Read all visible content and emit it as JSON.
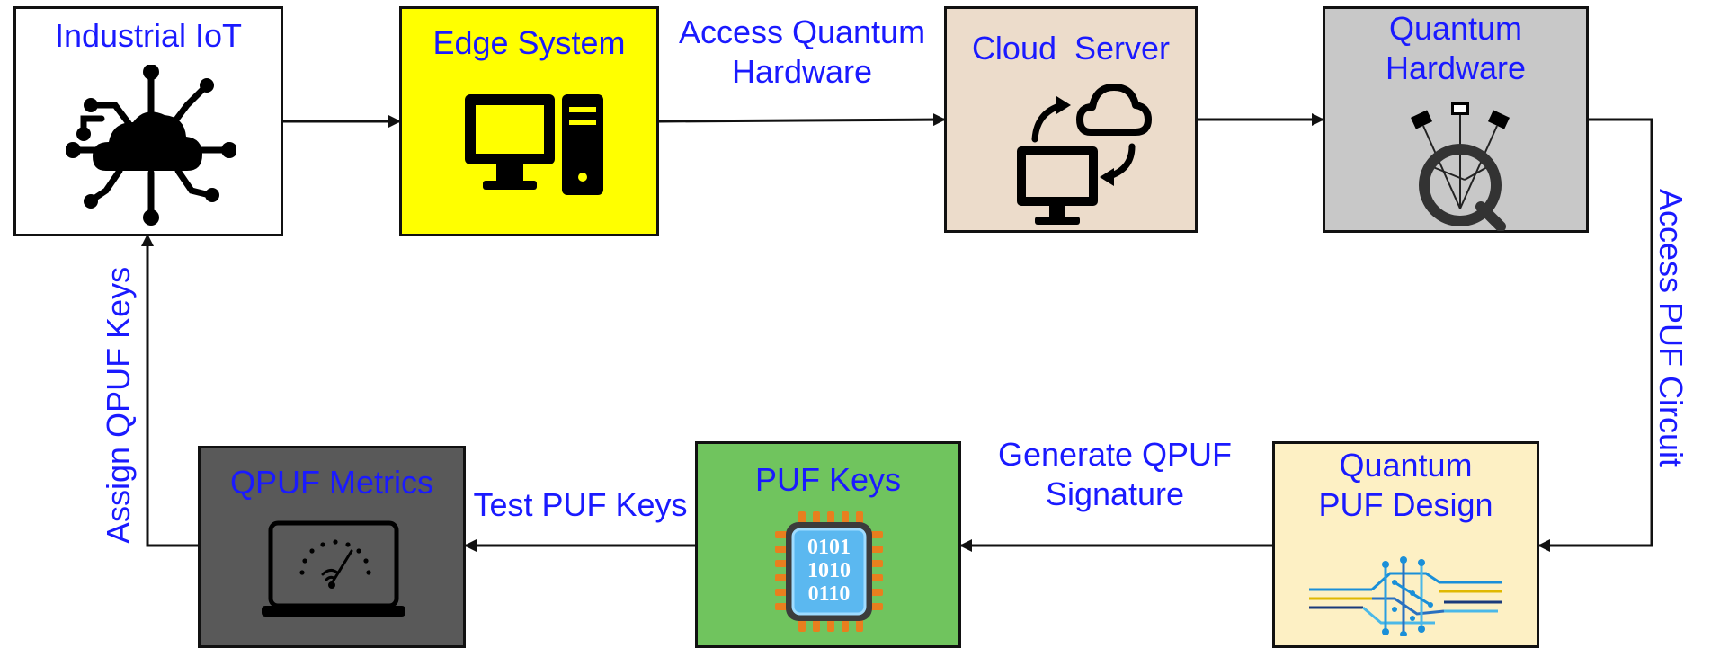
{
  "nodes": {
    "industrial_iot": {
      "title": "Industrial IoT",
      "icon": "iot-cloud-network-icon"
    },
    "edge_system": {
      "title": "Edge System",
      "icon": "desktop-computer-icon"
    },
    "cloud_server": {
      "title": "Cloud  Server",
      "icon": "cloud-sync-computer-icon"
    },
    "quantum_hardware": {
      "title_lines": [
        "Quantum",
        "Hardware"
      ],
      "icon": "quantum-processor-icon"
    },
    "quantum_puf_design": {
      "title_lines": [
        "Quantum",
        "PUF Design"
      ],
      "icon": "circuit-board-icon"
    },
    "puf_keys": {
      "title": "PUF Keys",
      "icon": "binary-chip-icon",
      "chip_lines": [
        "0101",
        "1010",
        "0110"
      ]
    },
    "qpuf_metrics": {
      "title": "QPUF Metrics",
      "icon": "laptop-gauge-icon"
    }
  },
  "edges": {
    "access_quantum_hardware": [
      "Access Quantum",
      "Hardware"
    ],
    "access_puf_circuit": "Access PUF Circuit",
    "generate_qpuf_signature": [
      "Generate QPUF",
      "Signature"
    ],
    "test_puf_keys": "Test PUF Keys",
    "assign_qpuf_keys": "Assign QPUF Keys"
  },
  "colors": {
    "text": "#1a1aff",
    "border": "#111111",
    "edge_system_fill": "#ffff00",
    "cloud_server_fill": "#ecdccb",
    "quantum_hardware_fill": "#c8c8c8",
    "quantum_puf_design_fill": "#fdf0c4",
    "puf_keys_fill": "#70c45e",
    "qpuf_metrics_fill": "#595959"
  }
}
